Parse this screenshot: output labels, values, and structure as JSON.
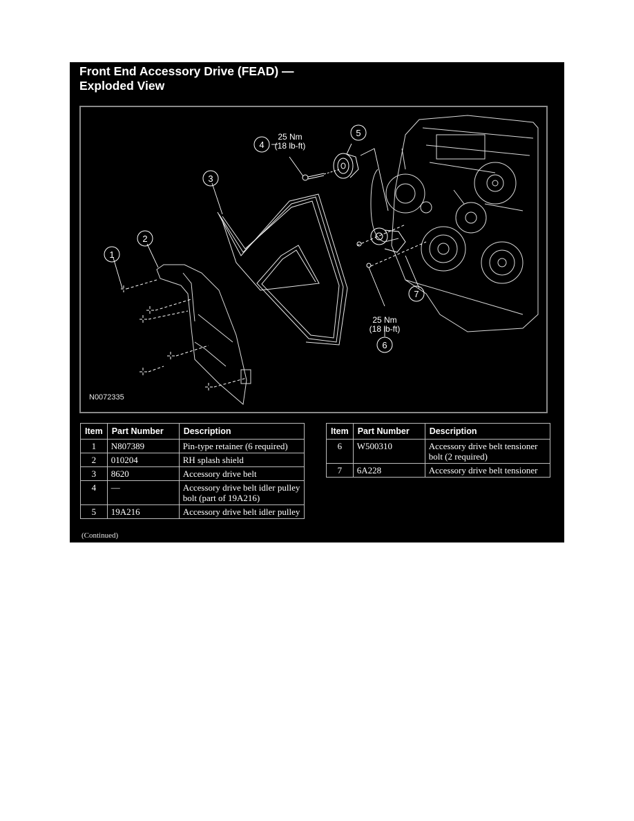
{
  "document": {
    "title_line1": "Front End Accessory Drive (FEAD) —",
    "title_line2": "Exploded View",
    "figure_id": "N0072335",
    "continued_note": "(Continued)"
  },
  "callouts": [
    {
      "num": "1"
    },
    {
      "num": "2"
    },
    {
      "num": "3"
    },
    {
      "num": "4",
      "torque_line1": "25 Nm",
      "torque_line2": "(18 lb-ft)"
    },
    {
      "num": "5"
    },
    {
      "num": "6",
      "torque_line1": "25 Nm",
      "torque_line2": "(18 lb-ft)"
    },
    {
      "num": "7"
    }
  ],
  "parts_table": {
    "headers": {
      "item": "Item",
      "part_number": "Part Number",
      "description": "Description"
    },
    "left_rows": [
      {
        "item": "1",
        "part_number": "N807389",
        "description": "Pin-type retainer (6 required)"
      },
      {
        "item": "2",
        "part_number": "010204",
        "description": "RH splash shield"
      },
      {
        "item": "3",
        "part_number": "8620",
        "description": "Accessory drive belt"
      },
      {
        "item": "4",
        "part_number": "—",
        "description": "Accessory drive belt idler pulley bolt (part of 19A216)"
      },
      {
        "item": "5",
        "part_number": "19A216",
        "description": "Accessory drive belt idler pulley"
      }
    ],
    "right_rows": [
      {
        "item": "6",
        "part_number": "W500310",
        "description": "Accessory drive belt tensioner bolt (2 required)"
      },
      {
        "item": "7",
        "part_number": "6A228",
        "description": "Accessory drive belt tensioner"
      }
    ]
  },
  "colors": {
    "background": "#000000",
    "text": "#ffffff",
    "frame_border": "#8a8a8a",
    "table_border": "#bdbdbd",
    "page": "#ffffff"
  }
}
